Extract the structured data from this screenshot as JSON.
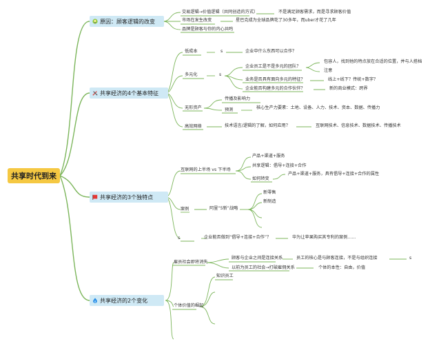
{
  "root": {
    "title": "共享时代到来"
  },
  "branches": [
    {
      "label": "原因：顾客逻辑的改变",
      "icon": "lightbulb-icon"
    },
    {
      "label": "共享经济的4个基本特征",
      "icon": "tools-icon"
    },
    {
      "label": "共享经济的3个独特点",
      "icon": "red-flag-icon"
    },
    {
      "label": "共享经济的2个变化",
      "icon": "fire-icon"
    }
  ],
  "nodes": {
    "reason": {
      "a1": "交易逻辑→价值逻辑（共同创造的方式）",
      "a2": "不是满足顾客需求，而是寻求顾客价值",
      "b1": "市场在发生改变",
      "b2": "星巴克成为全球品牌花了30多年，而uber才花了几年",
      "c1": "品牌是顾客与你的内心共鸣"
    },
    "features": {
      "low_cost": "低成本",
      "low_cost_s": "s",
      "low_cost_q": "企业中什么东西可以合作？",
      "diversify": "多元化",
      "diversify_s": "s",
      "d1": "企业员工是不是多元的团队？",
      "d1a": "包容人，找到他的特点放在合适的位置，并与人搭档",
      "d1b": "注意",
      "d2": "业务是否具有面向多元的特征？",
      "d2a": "线上+线下？传统+数字？",
      "d3": "企业能否构建多元的合作伙伴？",
      "d3a": "新的商业模式：跨界",
      "intangible": "无形资产",
      "i1": "传播及影响力",
      "i2": "预测",
      "i2a": "核心生产力要素：土地、设备、人力、技术、资本、数据、传播力",
      "efficient": "高效网络",
      "e1": "技术语言/逻辑的了解，如何应用？",
      "e2": "互联网技术、信息技术、数据技术、传播技术"
    },
    "unique": {
      "internet": "互联网的上半场 vs 下半场",
      "n1": "产品+渠道+服务",
      "n2": "共享逻辑：倡导+连接+合作",
      "n3": "如何转变",
      "n3a": "产品+渠道+服务，具有倡导+连接+合作的属性",
      "case": "案例",
      "case_a": "阿里“5新”战略",
      "c1": "新零售",
      "c2": "新制造",
      "s": "s",
      "q": "企业能否做到“倡导+连接+合作”？",
      "qa": "华为让苹果购买其专利的案例......"
    },
    "changes": {
      "employment": "雇员社会即将消失",
      "m1": "顾客与企业之间是连接关系",
      "m1a": "员工的核心是与顾客连接，不是与组织连接",
      "m1b": "s",
      "m2": "以前为员工的社会→打破雇佣关系",
      "m2a": "个体的本性：自由，价值",
      "individual": "个体价值的崛起",
      "k1": "知识员工"
    }
  }
}
